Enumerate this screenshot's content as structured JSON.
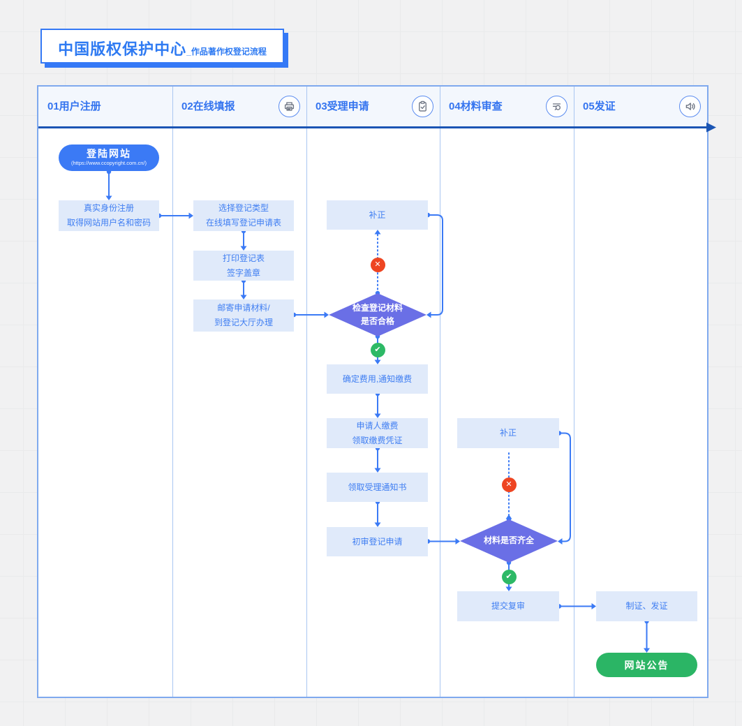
{
  "title": {
    "main": "中国版权保护中心",
    "sub": "_作品著作权登记流程"
  },
  "lanes": [
    {
      "label": "01用户注册",
      "icon": ""
    },
    {
      "label": "02在线填报",
      "icon": "printer"
    },
    {
      "label": "03受理申请",
      "icon": "clipboard"
    },
    {
      "label": "04材料审查",
      "icon": "search-list"
    },
    {
      "label": "05发证",
      "icon": "speaker"
    }
  ],
  "nodes": {
    "login_title": "登陆网站",
    "login_url": "(https://www.ccopyright.com.cn/)",
    "register": "真实身份注册\n取得网站用户名和密码",
    "select_type": "选择登记类型\n在线填写登记申请表",
    "print_form": "打印登记表\n签字盖章",
    "mail_material": "邮寄申请材料/\n到登记大厅办理",
    "correction_1": "补正",
    "check_material": "检查登记材料\n是否合格",
    "confirm_fee": "确定费用,通知缴费",
    "pay_fee": "申请人缴费\n领取缴费凭证",
    "receive_notice": "领取受理通知书",
    "first_review": "初审登记申请",
    "correction_2": "补正",
    "material_complete": "材料是否齐全",
    "submit_review": "提交复审",
    "issue_cert": "制证、发证",
    "announce": "网站公告"
  },
  "badges": {
    "fail": "✕",
    "pass": "✔"
  },
  "colors": {
    "accent": "#3579f6",
    "connector": "#3b7af5",
    "timeline_arrow": "#1b55b4",
    "node_fill": "#e0eafa",
    "node_text": "#3f7ef2",
    "diamond_fill": "#6a6fe6",
    "fail_badge": "#ee4522",
    "pass_badge": "#2db966",
    "announce_pill": "#2bb565",
    "login_pill": "#3b7af5"
  }
}
